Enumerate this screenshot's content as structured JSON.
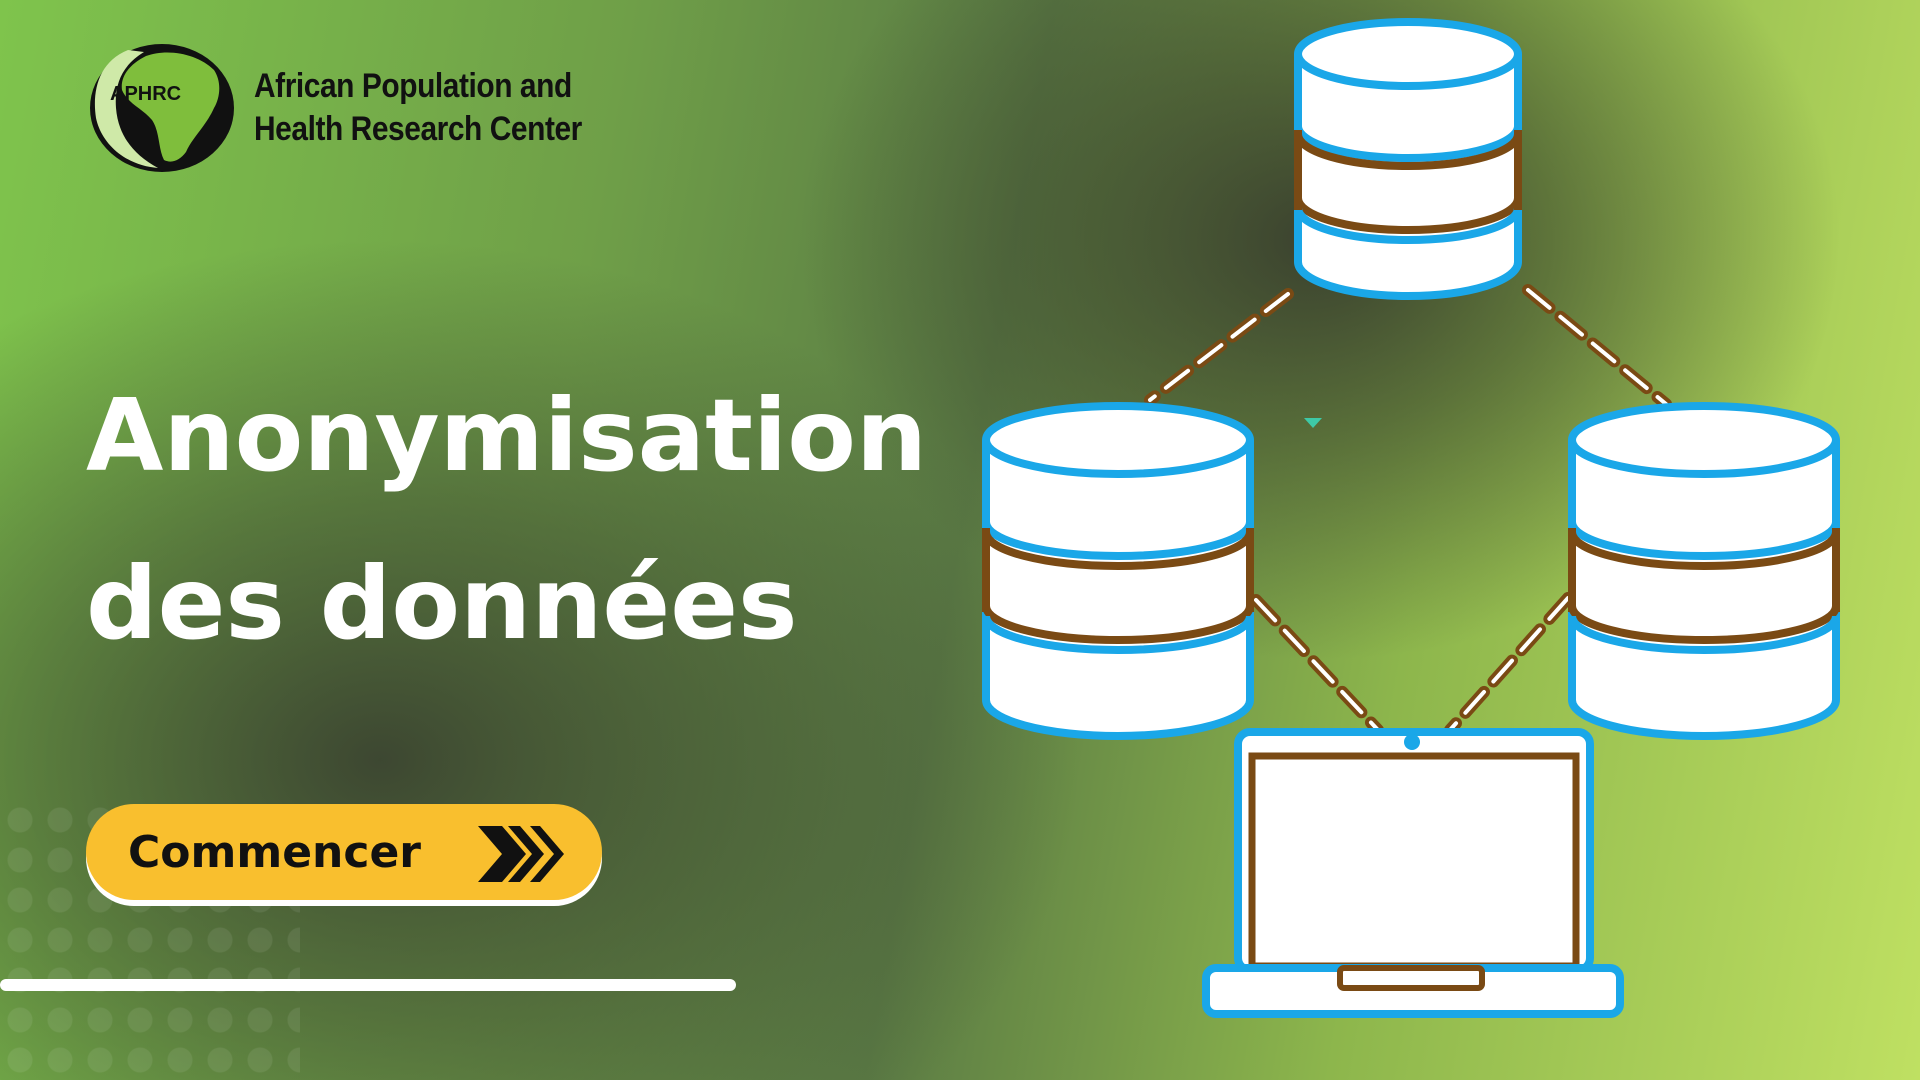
{
  "brand": {
    "logo_abbrev": "APHRC",
    "name_line1": "African Population and",
    "name_line2": "Health Research Center",
    "logo_icon": "aphrc-africa-logo"
  },
  "hero": {
    "title_line1": "Anonymisation",
    "title_line2": "des données"
  },
  "cta": {
    "label": "Commencer",
    "icon": "triple-chevron-right-icon"
  },
  "illustration": {
    "icons": [
      "database-icon",
      "database-icon",
      "database-icon",
      "laptop-icon"
    ]
  },
  "colors": {
    "background_green": "#7fc44c",
    "background_dark": "#4a5a3c",
    "background_lime": "#bfe062",
    "cta_yellow": "#f9bf2e",
    "outline_blue": "#1aa7e8",
    "outline_brown": "#7a4a14",
    "text_white": "#ffffff"
  }
}
